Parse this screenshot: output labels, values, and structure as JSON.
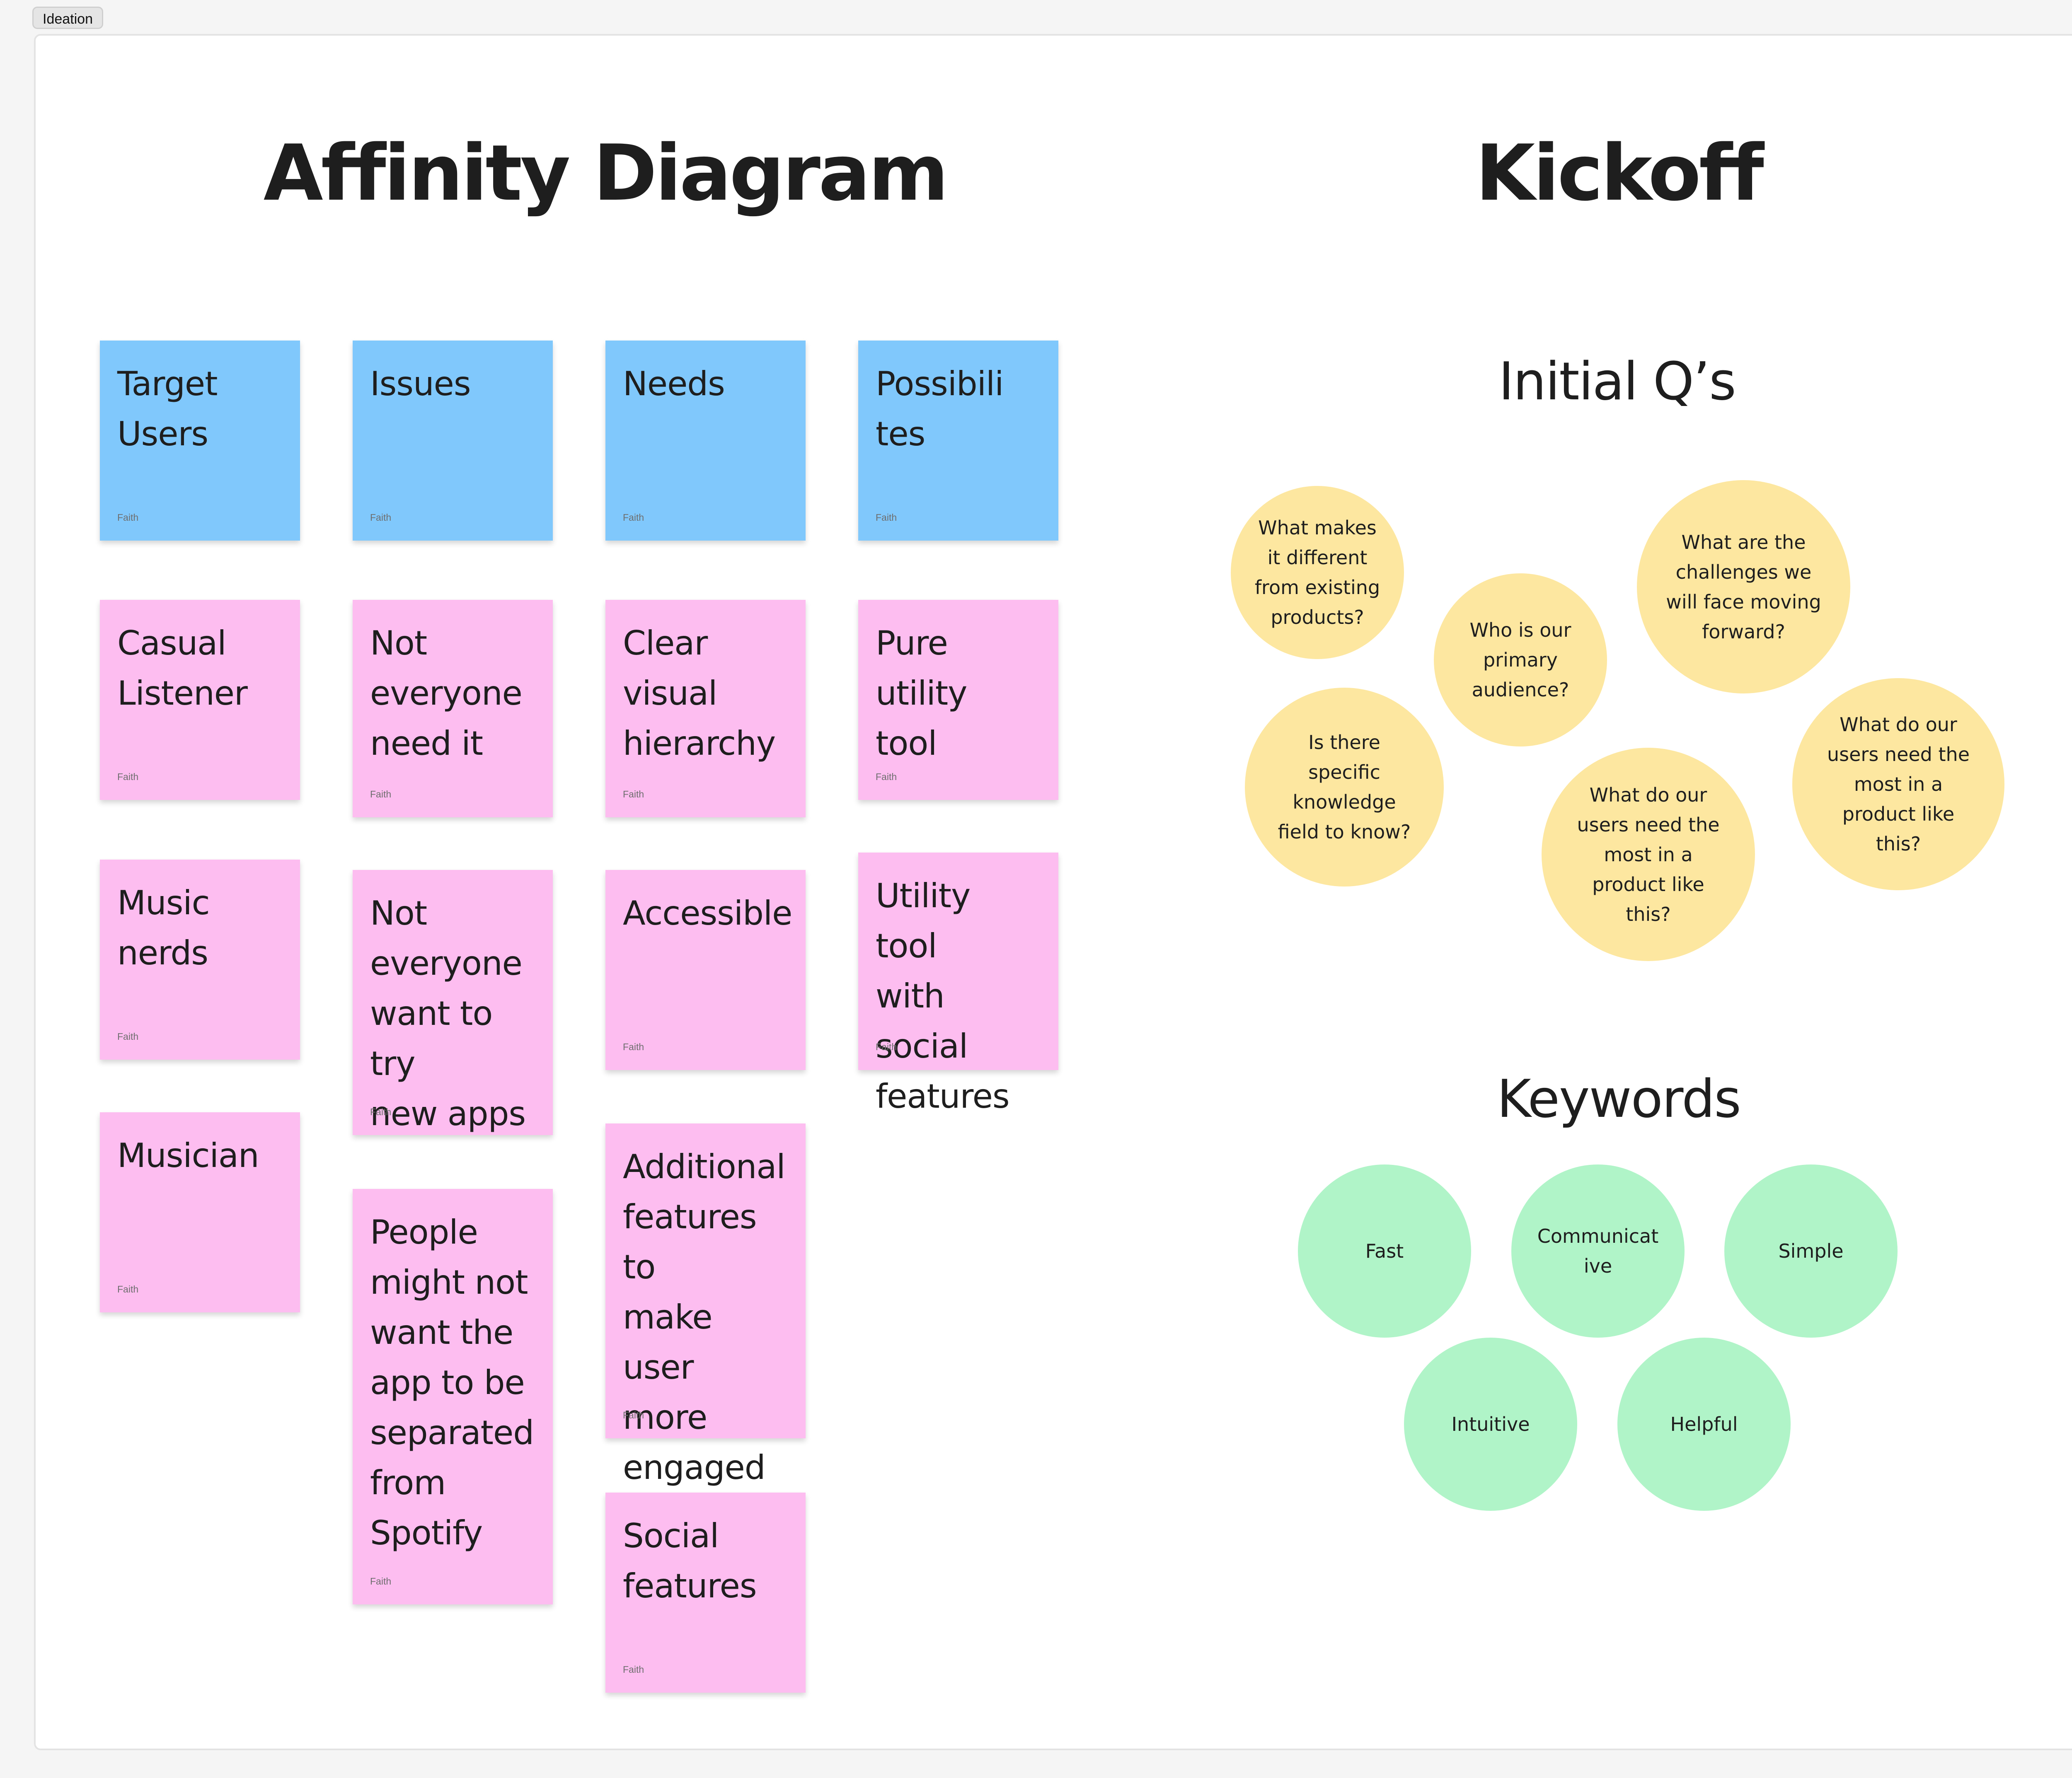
{
  "frame": {
    "label": "Ideation"
  },
  "affinity": {
    "title": "Affinity Diagram",
    "author": "Faith",
    "headers": [
      {
        "text": "Target\nUsers"
      },
      {
        "text": "Issues"
      },
      {
        "text": "Needs"
      },
      {
        "text": "Possibili\ntes"
      }
    ],
    "columns": [
      {
        "notes": [
          "Casual\nListener",
          "Music\nnerds",
          "Musician"
        ]
      },
      {
        "notes": [
          "Not\neveryone\nneed it",
          "Not\neveryone\nwant to try\nnew apps",
          "People\nmight not\nwant the\napp to be\nseparated\nfrom\nSpotify"
        ]
      },
      {
        "notes": [
          "Clear\nvisual\nhierarchy",
          "Accessible",
          "Additional\nfeatures to\nmake user\nmore\nengaged",
          "Social\nfeatures"
        ]
      },
      {
        "notes": [
          "Pure utility\ntool",
          "Utility tool\nwith social\nfeatures"
        ]
      }
    ]
  },
  "kickoff": {
    "title": "Kickoff",
    "questions": {
      "title": "Initial Q’s",
      "items": [
        "What makes\nit different\nfrom existing\nproducts?",
        "Who is our\nprimary\naudience?",
        "What are the\nchallenges we\nwill face moving\nforward?",
        "Is there\nspecific\nknowledge\nfield to know?",
        "What do our\nusers need the\nmost in a\nproduct like\nthis?",
        "What do our\nusers need the\nmost in a\nproduct like\nthis?"
      ]
    },
    "keywords": {
      "title": "Keywords",
      "items": [
        "Fast",
        "Communicat\nive",
        "Simple",
        "Intuitive",
        "Helpful"
      ]
    }
  },
  "colors": {
    "header_sticky": "#80c8fc",
    "note_sticky": "#fdbdf0",
    "question_circle": "#fde7a0",
    "keyword_circle": "#b0f4c8"
  }
}
